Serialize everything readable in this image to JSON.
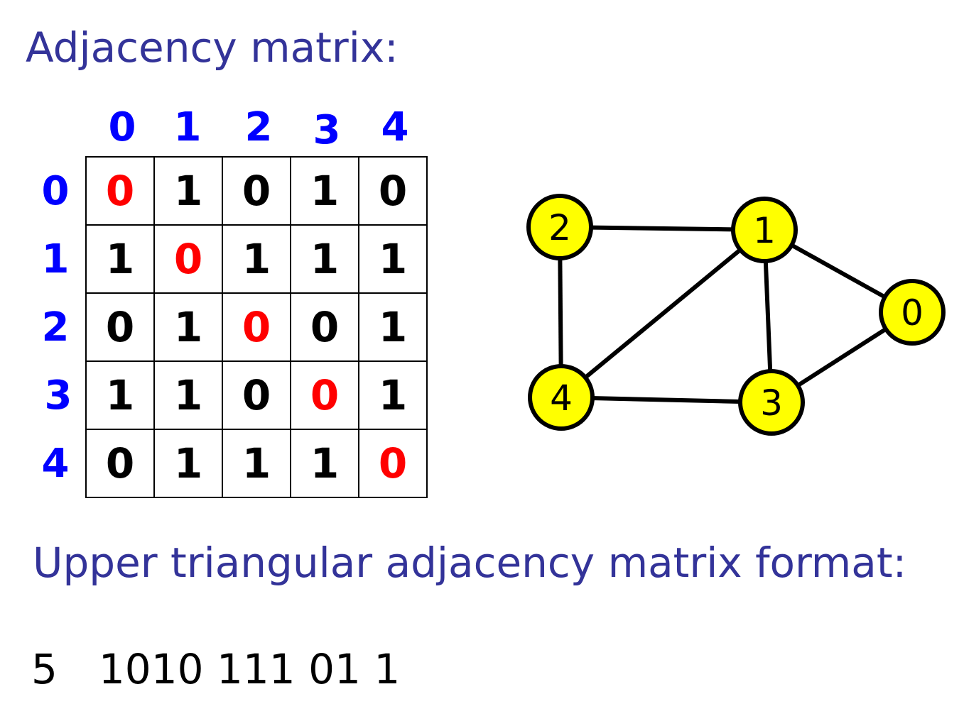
{
  "title": "Adjacency matrix:",
  "matrix": {
    "col_headers": [
      "0",
      "1",
      "2",
      "3",
      "4"
    ],
    "row_headers": [
      "0",
      "1",
      "2",
      "3",
      "4"
    ],
    "rows": [
      [
        "0",
        "1",
        "0",
        "1",
        "0"
      ],
      [
        "1",
        "0",
        "1",
        "1",
        "1"
      ],
      [
        "0",
        "1",
        "0",
        "0",
        "1"
      ],
      [
        "1",
        "1",
        "0",
        "0",
        "1"
      ],
      [
        "0",
        "1",
        "1",
        "1",
        "0"
      ]
    ],
    "diagonal_color": "#ff0000",
    "header_color": "#0000ff",
    "cell_color": "#000000"
  },
  "graph": {
    "nodes": [
      {
        "id": "0",
        "label": "0"
      },
      {
        "id": "1",
        "label": "1"
      },
      {
        "id": "2",
        "label": "2"
      },
      {
        "id": "3",
        "label": "3"
      },
      {
        "id": "4",
        "label": "4"
      }
    ],
    "edges": [
      [
        "2",
        "1"
      ],
      [
        "2",
        "4"
      ],
      [
        "1",
        "0"
      ],
      [
        "1",
        "4"
      ],
      [
        "1",
        "3"
      ],
      [
        "0",
        "3"
      ],
      [
        "4",
        "3"
      ]
    ],
    "node_fill": "#ffff00",
    "node_stroke": "#000000"
  },
  "upper_title": "Upper triangular adjacency matrix format:",
  "encoding": {
    "count": "5",
    "bits": "1010 111 01 1"
  },
  "text_color": "#333399"
}
